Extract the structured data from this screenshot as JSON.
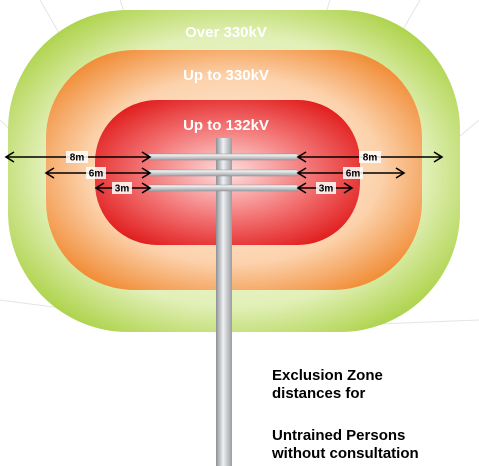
{
  "colors": {
    "outer_zone": "#a8d040",
    "middle_zone": "#f08a32",
    "inner_zone": "#e01a1a",
    "pole": "#b8bcc0"
  },
  "zones": {
    "outer": "Over 330kV",
    "middle": "Up to 330kV",
    "inner": "Up to 132kV"
  },
  "distances": {
    "outer": "8m",
    "middle": "6m",
    "inner": "3m"
  },
  "caption": {
    "line1": "Exclusion Zone",
    "line2": "distances for",
    "line3": "Untrained Persons",
    "line4": "without consultation"
  }
}
